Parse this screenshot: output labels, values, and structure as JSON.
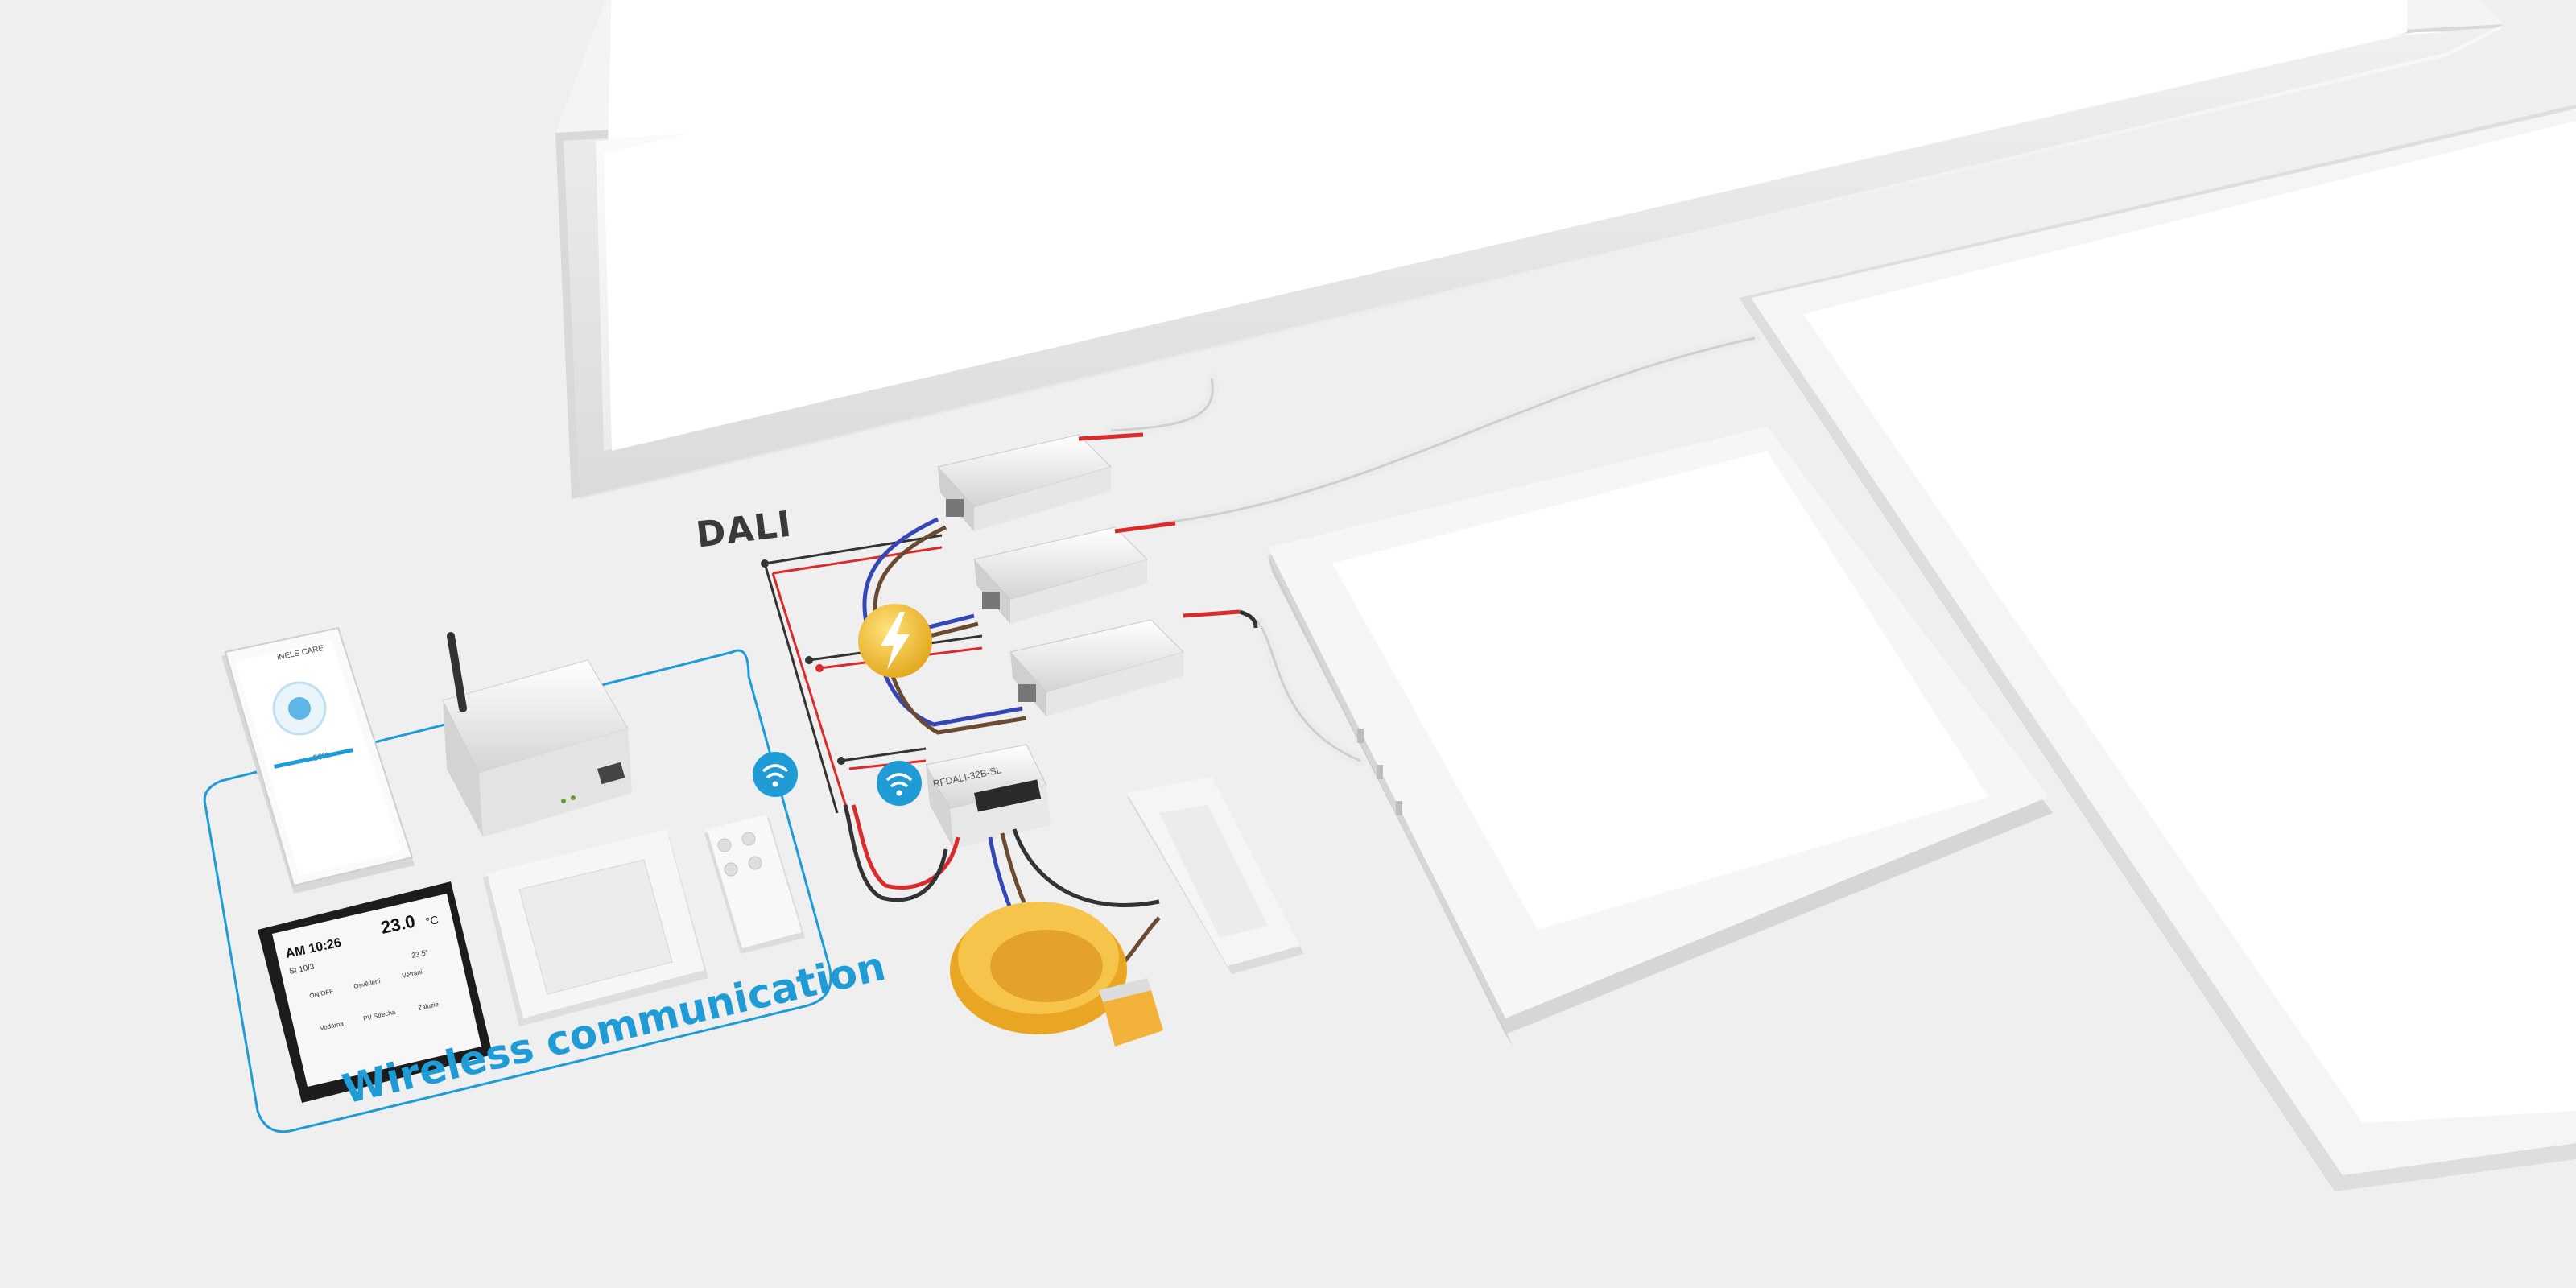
{
  "labels": {
    "dali": "DALI",
    "wireless": "Wireless communication"
  },
  "devices": {
    "actuator_label": "RFDALI-32B-SL",
    "display": {
      "time": "AM 10:26",
      "date": "St 10/3",
      "temperature": "23.0",
      "temperature_unit": "°C",
      "tile_temp": "23.5°",
      "tiles": [
        "ON/OFF",
        "Osvětlení",
        "Větrání",
        "Vodárna",
        "PV Střecha",
        "Žaluzie"
      ]
    },
    "phone": {
      "app_title": "iNELS CARE",
      "value": "50%"
    }
  },
  "colors": {
    "accent_blue": "#1f9bd6",
    "power_yellow": "#f3c623",
    "wire_red": "#d92b2b",
    "wire_blue": "#3546b7",
    "wire_brown": "#6b4a32",
    "box_yellow": "#f2b733"
  },
  "icons": [
    "wifi-icon",
    "lightning-icon"
  ]
}
